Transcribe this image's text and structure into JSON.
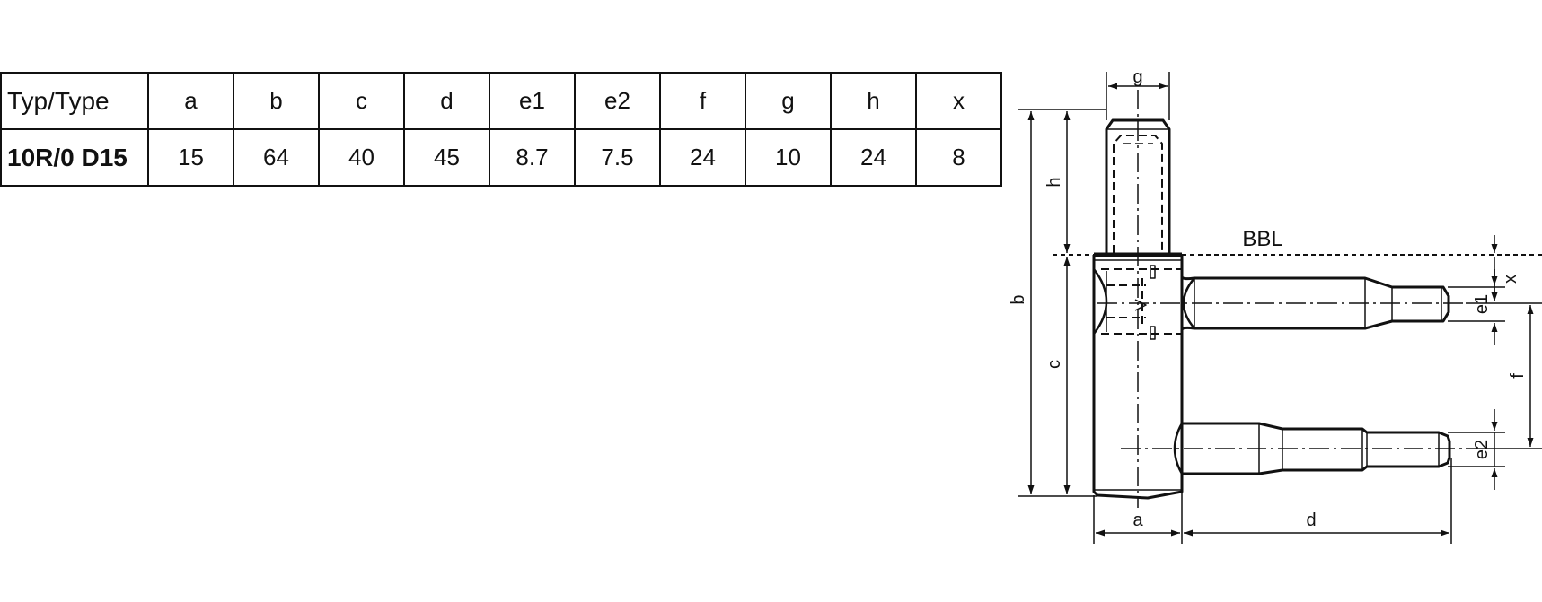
{
  "table": {
    "header": {
      "label": "Typ/Type",
      "columns": [
        "a",
        "b",
        "c",
        "d",
        "e1",
        "e2",
        "f",
        "g",
        "h",
        "x"
      ]
    },
    "rows": [
      {
        "type": "10R/0 D15",
        "values": [
          "15",
          "64",
          "40",
          "45",
          "8.7",
          "7.5",
          "24",
          "10",
          "24",
          "8"
        ]
      }
    ]
  },
  "drawing": {
    "reference_label": "BBL",
    "dimension_labels": {
      "a": "a",
      "b": "b",
      "c": "c",
      "d": "d",
      "e1": "e1",
      "e2": "e2",
      "f": "f",
      "g": "g",
      "h": "h",
      "x": "x"
    }
  }
}
